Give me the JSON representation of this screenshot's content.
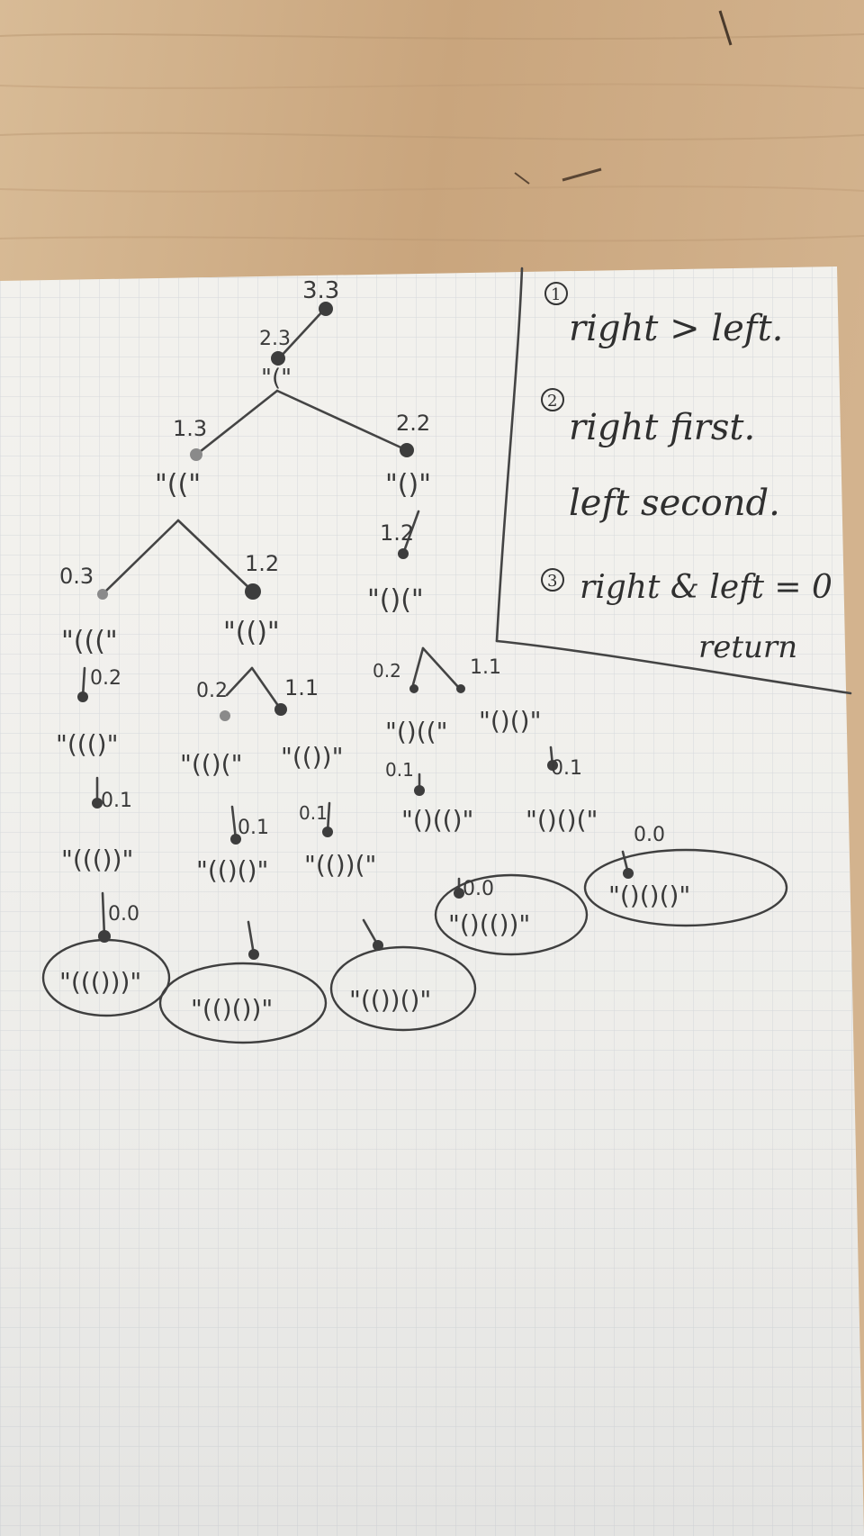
{
  "tree": {
    "nodes": [
      {
        "id": "root",
        "count": "3.3",
        "str": ""
      },
      {
        "id": "n1",
        "count": "2.3",
        "str": "\"(\""
      },
      {
        "id": "n2a",
        "count": "1.3",
        "str": "\"((\""
      },
      {
        "id": "n2b",
        "count": "2.2",
        "str": "\"()\""
      },
      {
        "id": "n3a",
        "count": "0.3",
        "str": "\"(((\""
      },
      {
        "id": "n3b",
        "count": "1.2",
        "str": "\"(()\""
      },
      {
        "id": "n3c",
        "count": "1.2",
        "str": "\"()(\""
      },
      {
        "id": "n4a",
        "count": "0.2",
        "str": "\"((()\""
      },
      {
        "id": "n4b",
        "count": "0.2",
        "str": "\"(()(\""
      },
      {
        "id": "n4c",
        "count": "1.1",
        "str": "\"(())\""
      },
      {
        "id": "n4d",
        "count": "0.2",
        "str": "\"()((\""
      },
      {
        "id": "n4e",
        "count": "1.1",
        "str": "\"()()\""
      },
      {
        "id": "n5a",
        "count": "0.1",
        "str": "\"((())\""
      },
      {
        "id": "n5b",
        "count": "0.1",
        "str": "\"(()()\""
      },
      {
        "id": "n5c",
        "count": "0.1",
        "str": "\"(())(\""
      },
      {
        "id": "n5d",
        "count": "0.1",
        "str": "\"()(()\""
      },
      {
        "id": "n5e",
        "count": "0.1",
        "str": "\"()()(\""
      },
      {
        "id": "n6a",
        "count": "0.0",
        "str": "\"((()))\""
      },
      {
        "id": "n6b",
        "count": "",
        "str": "\"(()())\""
      },
      {
        "id": "n6c",
        "count": "",
        "str": "\"(())()\""
      },
      {
        "id": "n6d",
        "count": "0.0",
        "str": "\"()(())\""
      },
      {
        "id": "n6e",
        "count": "0.0",
        "str": "\"()()()\""
      }
    ]
  },
  "rules": [
    {
      "num": "1",
      "lines": [
        "right > left."
      ]
    },
    {
      "num": "2",
      "lines": [
        "right first.",
        "left second."
      ]
    },
    {
      "num": "3",
      "lines": [
        "right & left = 0",
        "return"
      ]
    }
  ],
  "colors": {
    "desk": "#caa881",
    "paper": "#f3f2ee",
    "grid": "#d6d8da",
    "ink": "#3a3a3a"
  }
}
